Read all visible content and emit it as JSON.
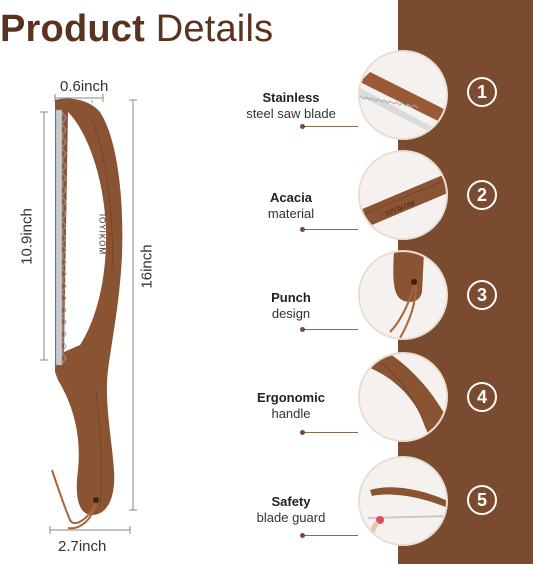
{
  "title": {
    "bold": "Product",
    "regular": "Details"
  },
  "dimensions": {
    "blade_thickness": "0.6inch",
    "blade_length": "10.9inch",
    "total_length": "16inch",
    "handle_width": "2.7inch"
  },
  "brand_engraving": "IOYIKOM",
  "features": [
    {
      "number": "1",
      "title": "Stainless",
      "subtitle": "steel saw blade"
    },
    {
      "number": "2",
      "title": "Acacia",
      "subtitle": "material"
    },
    {
      "number": "3",
      "title": "Punch",
      "subtitle": "design"
    },
    {
      "number": "4",
      "title": "Ergonomic",
      "subtitle": "handle"
    },
    {
      "number": "5",
      "title": "Safety",
      "subtitle": "blade guard"
    }
  ],
  "colors": {
    "brown_band": "#7a4b2f",
    "wood": "#8a5433",
    "title": "#5a3320"
  }
}
